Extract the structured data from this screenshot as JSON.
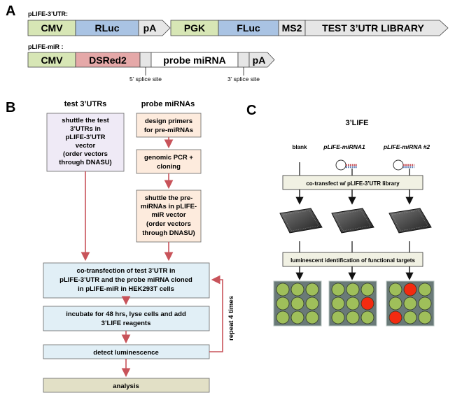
{
  "panel_a": {
    "label": "A",
    "construct1": {
      "title": "pLIFE-3’UTR:",
      "segments": [
        "CMV",
        "RLuc",
        "pA",
        "PGK",
        "FLuc",
        "MS2",
        "TEST 3’UTR LIBRARY"
      ]
    },
    "construct2": {
      "title": "pLIFE-miR :",
      "segments": [
        "CMV",
        "DSRed2",
        "probe miRNA",
        "pA"
      ],
      "splice5": "5’ splice site",
      "splice3": "3’ splice site"
    }
  },
  "panel_b": {
    "label": "B",
    "col1_head": "test 3’UTRs",
    "col2_head": "probe miRNAs",
    "box_utr": [
      "shuttle the test",
      "3’UTRs in",
      "pLIFE-3’UTR",
      "vector",
      "(order vectors",
      "through DNASU)"
    ],
    "box_primers": [
      "design primers",
      "for pre-miRNAs"
    ],
    "box_pcr": [
      "genomic PCR +",
      "cloning"
    ],
    "box_shuttle": [
      "shuttle the pre-",
      "miRNAs in pLIFE-",
      "miR vector",
      "(order vectors",
      "through DNASU)"
    ],
    "box_cotrans": [
      "co-transfection of test 3’UTR in",
      "pLIFE-3’UTR and the probe miRNA cloned",
      "in pLIFE-miR in HEK293T cells"
    ],
    "box_incubate": [
      "incubate for 48 hrs, lyse cells and add",
      "3’LIFE reagents"
    ],
    "box_detect": "detect luminescence",
    "box_analysis": "analysis",
    "repeat_label": "repeat 4 times"
  },
  "panel_c": {
    "label": "C",
    "title": "3’LIFE",
    "col_labels": [
      "blank",
      "pLIFE-miRNA1",
      "pLIFE-miRNA #2"
    ],
    "bar1": "co-transfect w/ pLIFE-3’UTR library",
    "bar2": "luminescent identification of functional targets",
    "wells": [
      [
        "g",
        "g",
        "g",
        "g",
        "g",
        "g",
        "g",
        "g",
        "g"
      ],
      [
        "g",
        "g",
        "g",
        "g",
        "g",
        "r",
        "g",
        "g",
        "g"
      ],
      [
        "g",
        "r",
        "g",
        "g",
        "g",
        "g",
        "r",
        "g",
        "g"
      ]
    ]
  },
  "colors": {
    "green": "#d7e6b5",
    "blue": "#a9c3e3",
    "pink": "#e5a8a8",
    "grey": "#e6e6e6",
    "lavender": "#efeaf6",
    "peach": "#fdebdd",
    "lightblue": "#e1eff6",
    "khaki": "#e2e0c6",
    "arrow": "#c8535a",
    "well_green": "#9fbf5a",
    "well_red": "#f22b10"
  }
}
